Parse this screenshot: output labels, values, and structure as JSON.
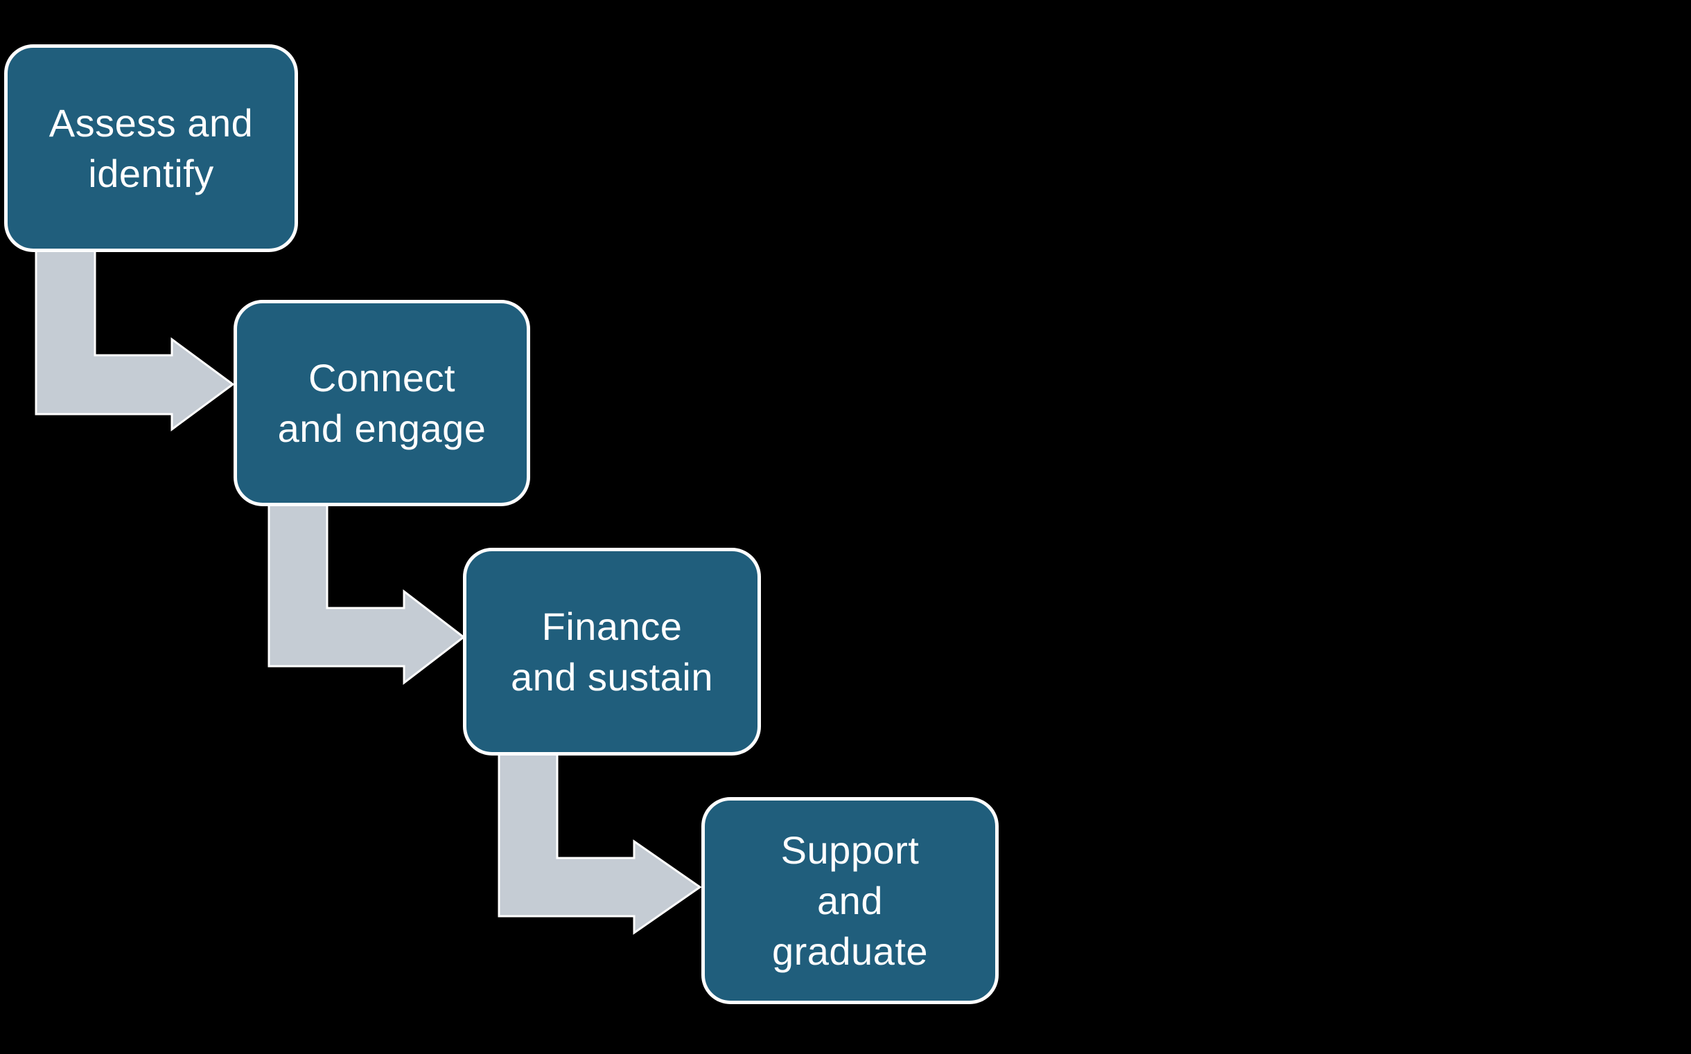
{
  "page": {
    "background_color": "#000000"
  },
  "diagram": {
    "type": "stepped-process-flow",
    "direction": "top-left-to-bottom-right",
    "nodes": [
      {
        "id": "step-1",
        "label": "Assess and identify",
        "lines": [
          "Assess and",
          "identify"
        ]
      },
      {
        "id": "step-2",
        "label": "Connect and engage",
        "lines": [
          "Connect",
          "and engage"
        ]
      },
      {
        "id": "step-3",
        "label": "Finance and sustain",
        "lines": [
          "Finance",
          "and sustain"
        ]
      },
      {
        "id": "step-4",
        "label": "Support and graduate",
        "lines": [
          "Support",
          "and",
          "graduate"
        ]
      }
    ],
    "connections": [
      {
        "from": "step-1",
        "to": "step-2",
        "style": "elbow-arrow"
      },
      {
        "from": "step-2",
        "to": "step-3",
        "style": "elbow-arrow"
      },
      {
        "from": "step-3",
        "to": "step-4",
        "style": "elbow-arrow"
      }
    ],
    "colors": {
      "node_fill": "#205E7C",
      "node_border": "#FFFFFF",
      "node_text": "#FFFFFF",
      "arrow_fill": "#C5CCD4",
      "arrow_outline": "#FFFFFF",
      "background": "#000000"
    }
  }
}
